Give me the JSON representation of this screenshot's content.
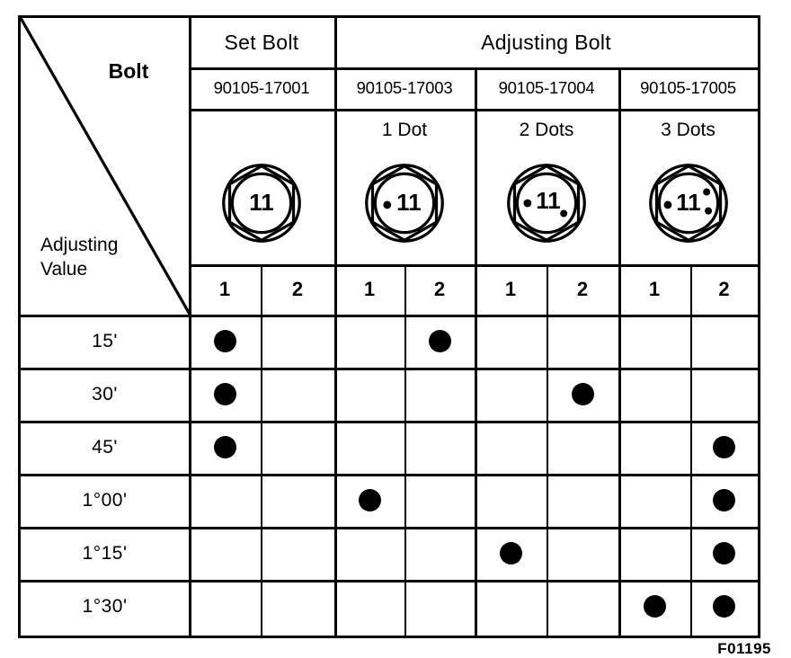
{
  "figure": {
    "code": "F01195"
  },
  "corner": {
    "column_axis_label": "Bolt",
    "row_axis_label_line1": "Adjusting",
    "row_axis_label_line2": "Value"
  },
  "groups": [
    {
      "name": "set-bolt",
      "label": "Set Bolt",
      "part_number": "90105-17001",
      "dots_label": "",
      "dot_count": 0,
      "bolt_size": "11"
    },
    {
      "name": "adjusting-bolt-1dot",
      "label": "Adjusting Bolt",
      "part_number": "90105-17003",
      "dots_label": "1 Dot",
      "dot_count": 1,
      "bolt_size": "11"
    },
    {
      "name": "adjusting-bolt-2dots",
      "label": "",
      "part_number": "90105-17004",
      "dots_label": "2 Dots",
      "dot_count": 2,
      "bolt_size": "11"
    },
    {
      "name": "adjusting-bolt-3dots",
      "label": "",
      "part_number": "90105-17005",
      "dots_label": "3 Dots",
      "dot_count": 3,
      "bolt_size": "11"
    }
  ],
  "group_headers": [
    {
      "label": "Set Bolt"
    },
    {
      "label": "Adjusting Bolt"
    }
  ],
  "part_numbers": [
    "90105-17001",
    "90105-17003",
    "90105-17004",
    "90105-17005"
  ],
  "dot_labels": [
    "",
    "1 Dot",
    "2 Dots",
    "3 Dots"
  ],
  "bolt_marks": [
    "11",
    "11",
    "11",
    "11"
  ],
  "sub_headers": [
    "1",
    "2",
    "1",
    "2",
    "1",
    "2",
    "1",
    "2"
  ],
  "chart_data": {
    "type": "table",
    "title": "Bolt / Adjusting Value selection table",
    "xlabel": "Bolt",
    "ylabel": "Adjusting Value",
    "column_groups": [
      {
        "label": "Set Bolt",
        "part_number": "90105-17001",
        "marking": "",
        "sub_columns": [
          "1",
          "2"
        ]
      },
      {
        "label": "Adjusting Bolt",
        "part_number": "90105-17003",
        "marking": "1 Dot",
        "sub_columns": [
          "1",
          "2"
        ]
      },
      {
        "label": "Adjusting Bolt",
        "part_number": "90105-17004",
        "marking": "2 Dots",
        "sub_columns": [
          "1",
          "2"
        ]
      },
      {
        "label": "Adjusting Bolt",
        "part_number": "90105-17005",
        "marking": "3 Dots",
        "sub_columns": [
          "1",
          "2"
        ]
      }
    ],
    "categories": [
      "15'",
      "30'",
      "45'",
      "1°00'",
      "1°15'",
      "1°30'"
    ],
    "columns": [
      "90105-17001 / 1",
      "90105-17001 / 2",
      "90105-17003 / 1",
      "90105-17003 / 2",
      "90105-17004 / 1",
      "90105-17004 / 2",
      "90105-17005 / 1",
      "90105-17005 / 2"
    ],
    "marker": "filled-dot",
    "values": [
      [
        1,
        0,
        0,
        1,
        0,
        0,
        0,
        0
      ],
      [
        1,
        0,
        0,
        0,
        0,
        1,
        0,
        0
      ],
      [
        1,
        0,
        0,
        0,
        0,
        0,
        0,
        1
      ],
      [
        0,
        0,
        1,
        0,
        0,
        0,
        0,
        1
      ],
      [
        0,
        0,
        0,
        0,
        1,
        0,
        0,
        1
      ],
      [
        0,
        0,
        0,
        0,
        0,
        0,
        1,
        1
      ]
    ]
  },
  "rows": [
    {
      "label": "15'",
      "cells": [
        1,
        0,
        0,
        1,
        0,
        0,
        0,
        0
      ]
    },
    {
      "label": "30'",
      "cells": [
        1,
        0,
        0,
        0,
        0,
        1,
        0,
        0
      ]
    },
    {
      "label": "45'",
      "cells": [
        1,
        0,
        0,
        0,
        0,
        0,
        0,
        1
      ]
    },
    {
      "label": "1°00'",
      "cells": [
        0,
        0,
        1,
        0,
        0,
        0,
        0,
        1
      ]
    },
    {
      "label": "1°15'",
      "cells": [
        0,
        0,
        0,
        0,
        1,
        0,
        0,
        1
      ]
    },
    {
      "label": "1°30'",
      "cells": [
        0,
        0,
        0,
        0,
        0,
        0,
        1,
        1
      ]
    }
  ],
  "colors": {
    "ink": "#000000",
    "paper": "#ffffff"
  }
}
